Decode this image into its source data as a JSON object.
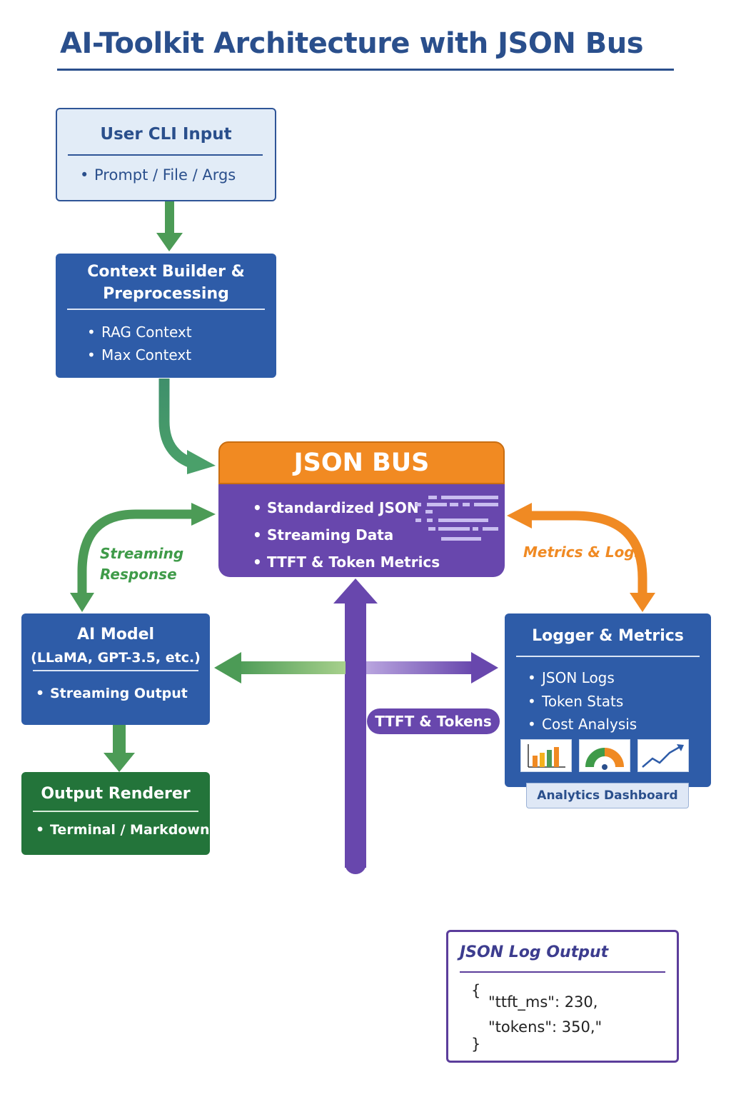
{
  "title": "AI-Toolkit Architecture with JSON Bus",
  "user_cli": {
    "title": "User CLI Input",
    "item": "Prompt / File / Args"
  },
  "context_builder": {
    "title_line1": "Context Builder &",
    "title_line2": "Preprocessing",
    "items": [
      "RAG Context",
      "Max Context"
    ]
  },
  "json_bus": {
    "title": "JSON BUS",
    "items": [
      "Standardized JSON",
      "Streaming Data",
      "TTFT & Token Metrics"
    ]
  },
  "streaming_label": {
    "line1": "Streaming",
    "line2": "Response"
  },
  "metrics_label": "Metrics & Logs",
  "ai_model": {
    "title": "AI Model",
    "subtitle": "(LLaMA, GPT-3.5, etc.)",
    "item": "Streaming Output"
  },
  "output_renderer": {
    "title": "Output Renderer",
    "item": "Terminal / Markdown"
  },
  "logger": {
    "title": "Logger & Metrics",
    "items": [
      "JSON Logs",
      "Token Stats",
      "Cost Analysis"
    ],
    "dashboard_label": "Analytics Dashboard"
  },
  "ttft_tokens_label": "TTFT & Tokens",
  "json_log": {
    "title": "JSON Log Output",
    "open_brace": "{",
    "lines": [
      "\"ttft_ms\": 230,",
      "\"tokens\": 350,\""
    ],
    "close_brace": "}"
  },
  "colors": {
    "title": "#2a4f8c",
    "box_blue": "#2e5ca8",
    "box_green": "#23743a",
    "bus_orange": "#f18a22",
    "bus_purple": "#6847ad",
    "arrow_green": "#4c9b56",
    "arrow_orange": "#f08a23"
  }
}
